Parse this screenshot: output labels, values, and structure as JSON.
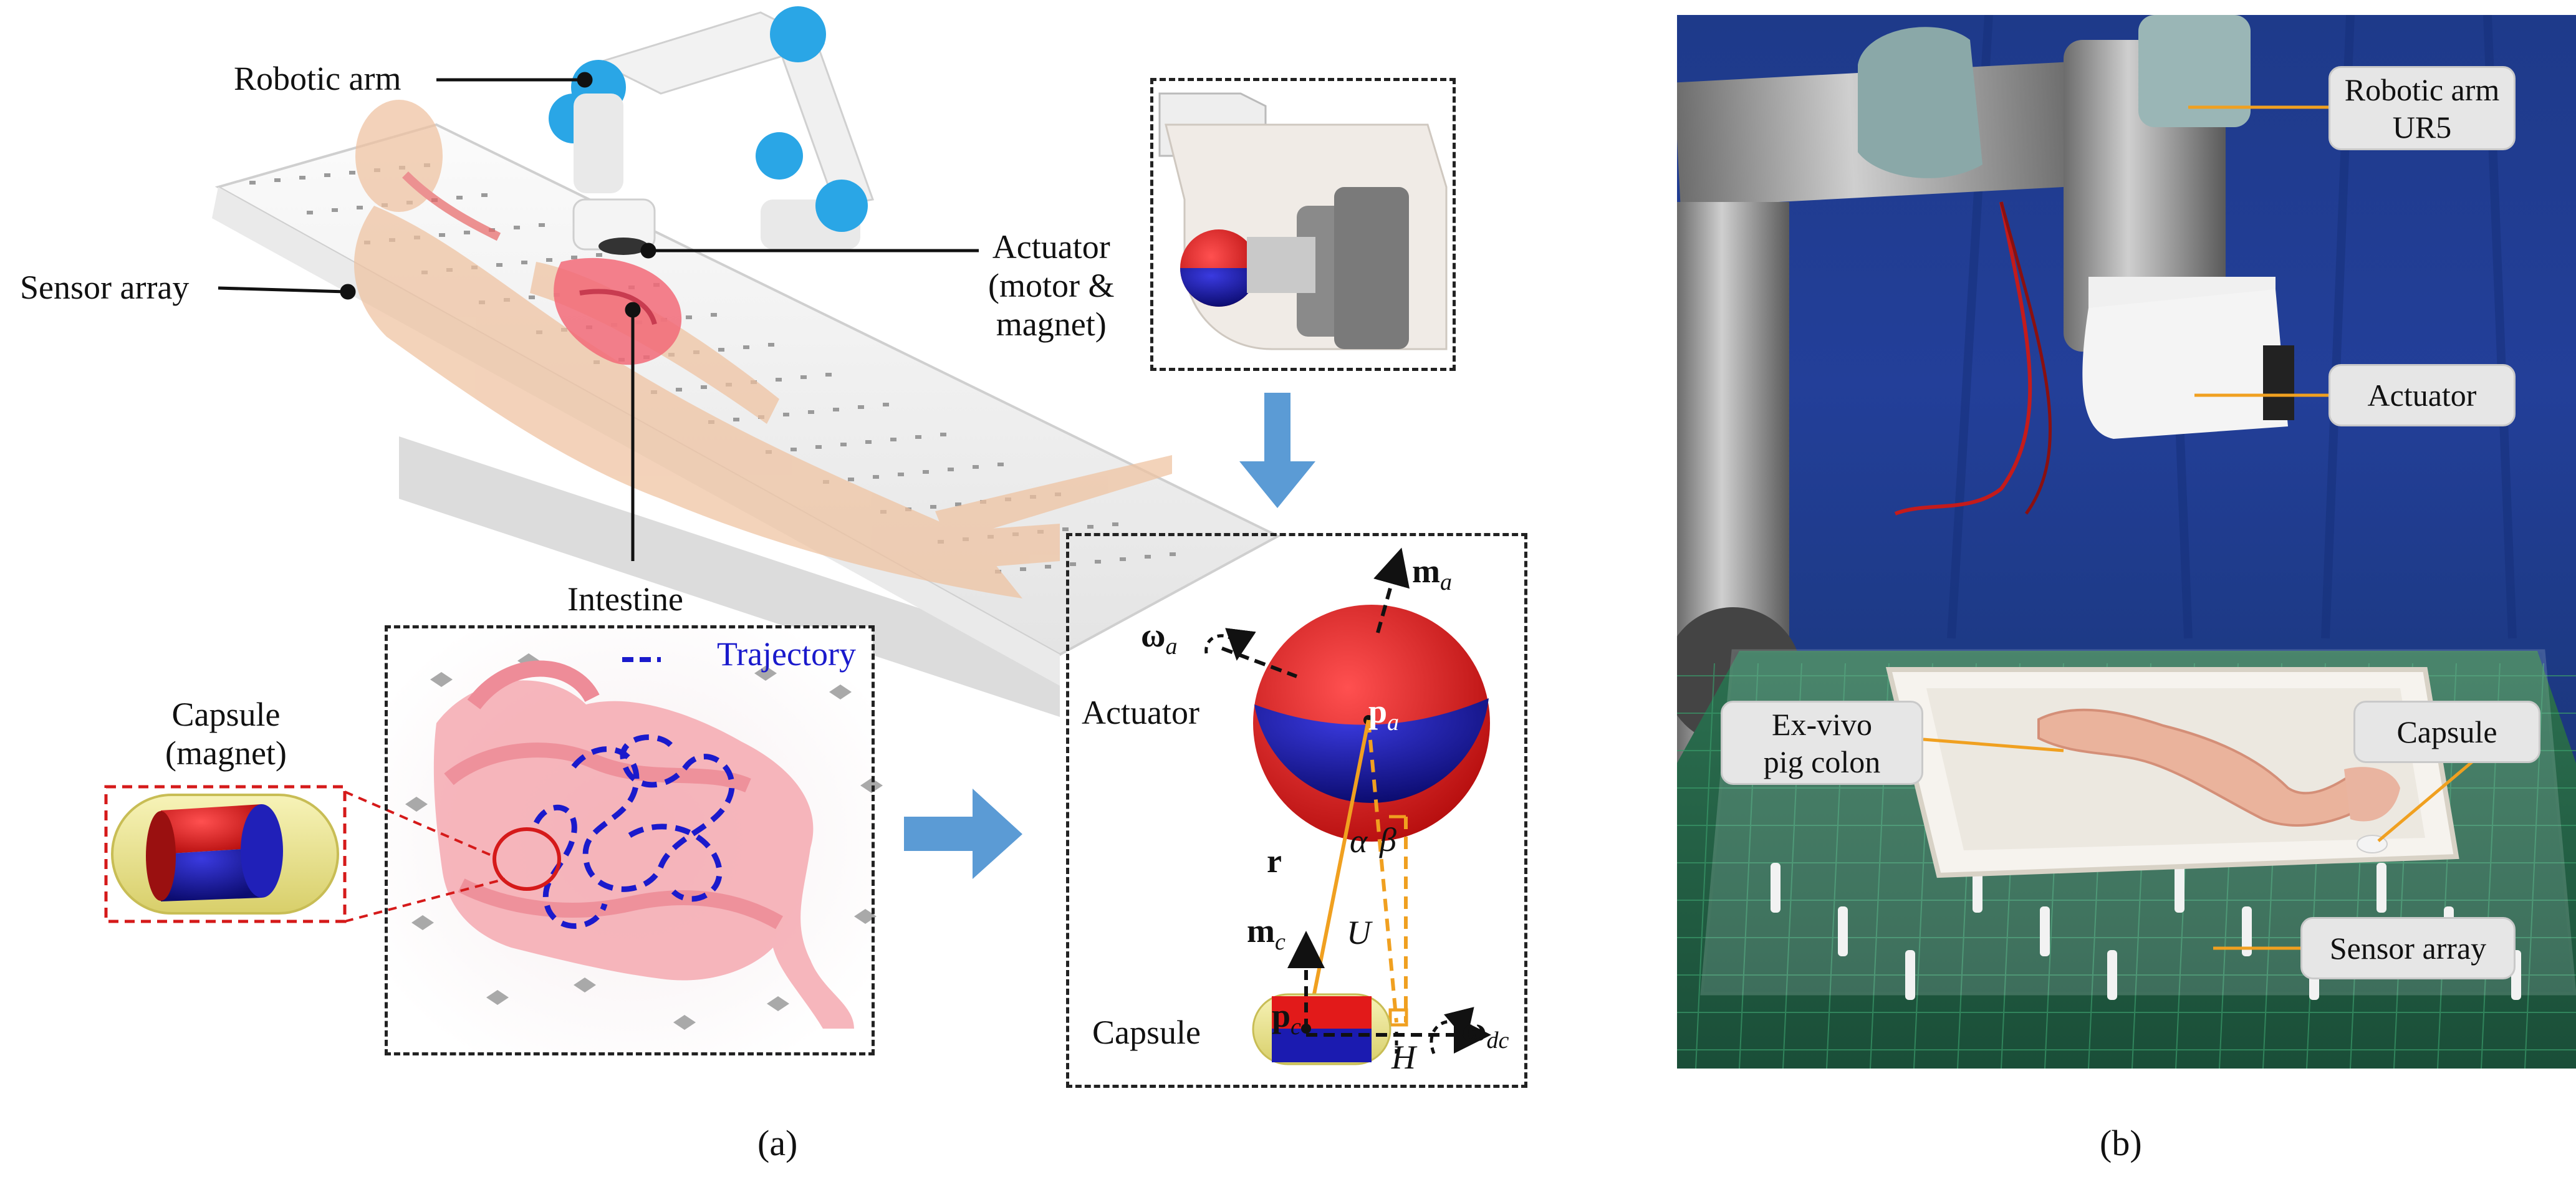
{
  "panel_a": {
    "labels": {
      "robotic_arm": "Robotic arm",
      "sensor_array": "Sensor array",
      "actuator_line1": "Actuator",
      "actuator_line2": "(motor &",
      "actuator_line3": "magnet)",
      "intestine": "Intestine",
      "trajectory": "Trajectory",
      "capsule_line1": "Capsule",
      "capsule_line2": "(magnet)",
      "actuator_diagram": "Actuator",
      "capsule_diagram": "Capsule"
    },
    "math": {
      "m_a": "m",
      "m_a_sub": "a",
      "omega_a": "ω",
      "omega_a_sub": "a",
      "p_a": "p",
      "p_a_sub": "a",
      "r": "r",
      "alpha": "α",
      "beta": "β",
      "U": "U",
      "m_c": "m",
      "m_c_sub": "c",
      "p_c": "p",
      "p_c_sub": "c",
      "omega_dc": "ω",
      "omega_dc_sub": "dc",
      "H": "H"
    },
    "caption": "(a)"
  },
  "panel_b": {
    "labels": {
      "robotic_arm_line1": "Robotic arm",
      "robotic_arm_line2": "UR5",
      "actuator": "Actuator",
      "ex_vivo_line1": "Ex-vivo",
      "ex_vivo_line2": "pig colon",
      "capsule": "Capsule",
      "sensor_array": "Sensor array"
    },
    "caption": "(b)"
  },
  "colors": {
    "magnet_red": "#e21a1a",
    "magnet_blue": "#1b1bb0",
    "trajectory_blue": "#1a1acc",
    "vector_orange": "#f0a020",
    "arrow_blue": "#5b9bd5",
    "capsule_shell": "#f3eea0",
    "intestine_pink": "#f2a0a8",
    "body_skin": "#f0c9a8",
    "callout_gray": "#e6e6e6"
  }
}
